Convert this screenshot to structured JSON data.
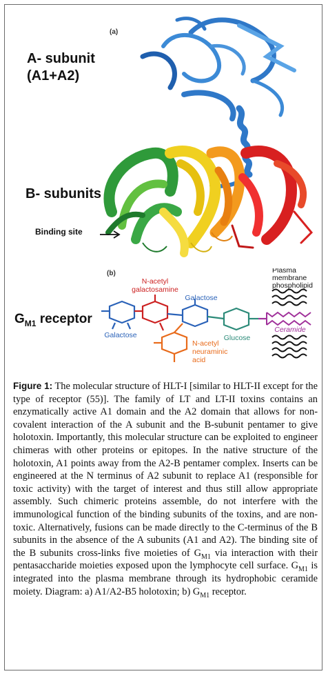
{
  "panel_a": {
    "tag": "(a)",
    "a_subunit_line1": "A- subunit",
    "a_subunit_line2": "(A1+A2)",
    "b_subunits": "B- subunits",
    "binding_site": "Binding site"
  },
  "panel_b": {
    "tag": "(b)",
    "receptor_main": "G",
    "receptor_sub": "M1",
    "receptor_tail": " receptor",
    "n_acetyl_galactosamine_1": "N-acetyl",
    "n_acetyl_galactosamine_2": "galactosamine",
    "galactose_top": "Galactose",
    "galactose_left": "Galactose",
    "glucose": "Glucose",
    "n_acetyl_neuraminic_1": "N-acetyl",
    "n_acetyl_neuraminic_2": "neuraminic",
    "n_acetyl_neuraminic_3": "acid",
    "plasma_1": "Plasma",
    "plasma_2": "membrane",
    "plasma_3": "phospholipid",
    "ceramide": "Ceramide"
  },
  "caption": {
    "figure_label": "Figure 1:",
    "p1": " The molecular structure of HLT-I [similar to HLT-II except for the type of receptor (55)]. The family of LT and LT-II toxins contains an enzymatically active A1 domain and the A2 domain that allows for non-covalent interaction of the A subunit and the B-subunit pentamer to give holotoxin. Importantly, this molecular structure can be exploited to engineer chimeras with other proteins or epitopes. In the native structure of the holotoxin, A1 points away from the A2-B pentamer complex. Inserts can be engineered at the N terminus of A2 subunit to replace A1 (responsible for toxic activity) with the target of interest and thus still allow appropriate assembly. Such chimeric proteins assemble, do not interfere with the immunological function of the binding subunits of the toxins, and are non-toxic. Alternatively, fusions can be made directly to the C-terminus of the B subunits in the absence of the A subunits (A1 and A2). The binding site of the B subunits cross-links five moieties of G",
    "sub1": "M1",
    "p2": " via interaction with their pentasaccharide moieties exposed upon the lymphocyte cell surface. G",
    "sub2": "M1",
    "p3": " is integrated into the plasma membrane through its hydrophobic ceramide moiety. Diagram: a) A1/A2-B5 holotoxin; b) G",
    "sub3": "M1",
    "p4": " receptor."
  },
  "colors": {
    "a_subunit_blue": "#2f78c8",
    "green": "#2f9a3a",
    "yellow": "#f0d020",
    "orange": "#f39a1e",
    "red": "#d82020",
    "sugar_blue": "#2a62b8",
    "sugar_red": "#cc2020",
    "sugar_teal": "#2b8a78",
    "sugar_orange": "#e86a1a",
    "ceramide_magenta": "#a0309a"
  }
}
